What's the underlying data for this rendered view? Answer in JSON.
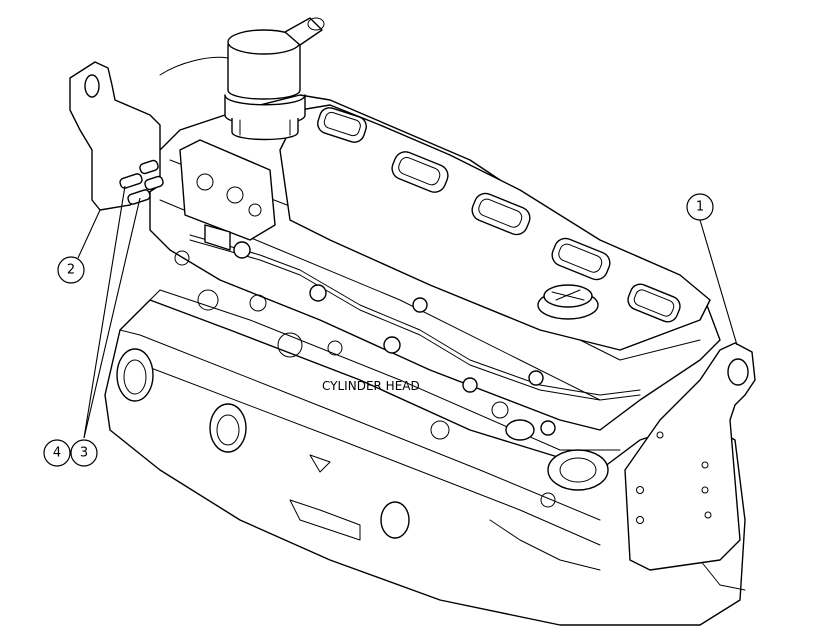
{
  "diagram": {
    "part_label": "CYLINDER HEAD",
    "callouts": [
      {
        "id": "1",
        "label": "1"
      },
      {
        "id": "2",
        "label": "2"
      },
      {
        "id": "3",
        "label": "3"
      },
      {
        "id": "4",
        "label": "4"
      }
    ]
  }
}
